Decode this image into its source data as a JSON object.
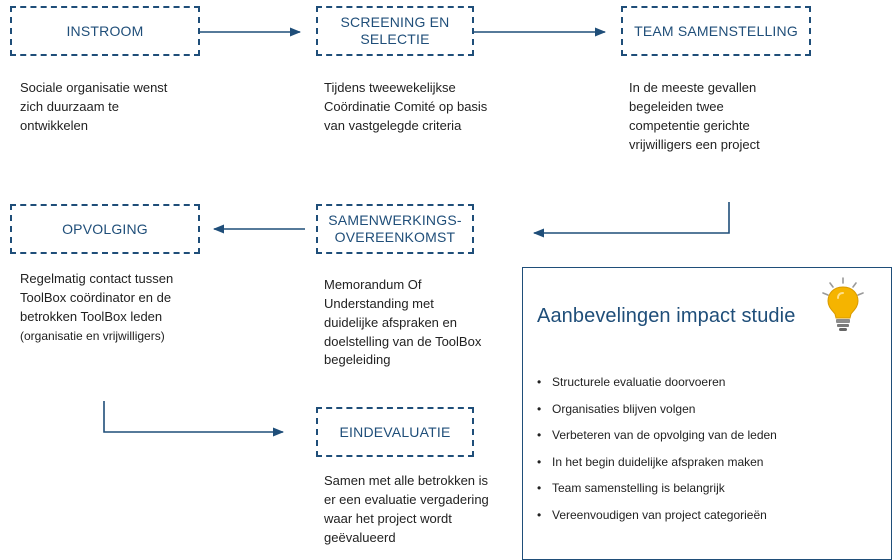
{
  "steps": {
    "instroom": {
      "label": "INSTROOM",
      "description": "Sociale organisatie wenst zich duurzaam te ontwikkelen"
    },
    "screening": {
      "label": "SCREENING EN\nSELECTIE",
      "description": "Tijdens tweewekelijkse Coördinatie Comité op basis van vastgelegde criteria"
    },
    "team": {
      "label": "TEAM SAMENSTELLING",
      "description": "In de meeste gevallen begeleiden twee competentie gerichte vrijwilligers een project"
    },
    "samenwerking": {
      "label": "SAMENWERKINGS-\nOVEREENKOMST",
      "description": "Memorandum Of Understanding met duidelijke afspraken en doelstelling van de ToolBox begeleiding"
    },
    "opvolging": {
      "label": "OPVOLGING",
      "description_main": "Regelmatig contact tussen ToolBox coördinator en de betrokken ToolBox leden",
      "description_note": "(organisatie en vrijwilligers)"
    },
    "eindevaluatie": {
      "label": "EINDEVALUATIE",
      "description": "Samen met alle betrokken is er een evaluatie vergadering waar het project wordt geëvalueerd"
    }
  },
  "recommendations": {
    "title": "Aanbevelingen impact studie",
    "icon": "lightbulb-icon",
    "items": [
      "Structurele evaluatie doorvoeren",
      "Organisaties blijven volgen",
      "Verbeteren van de opvolging van de leden",
      "In het begin duidelijke afspraken maken",
      "Team samenstelling is belangrijk",
      "Vereenvoudigen van project categorieën"
    ]
  },
  "colors": {
    "primary": "#1F4E79",
    "text": "#222222",
    "bulb": "#F5B400"
  }
}
